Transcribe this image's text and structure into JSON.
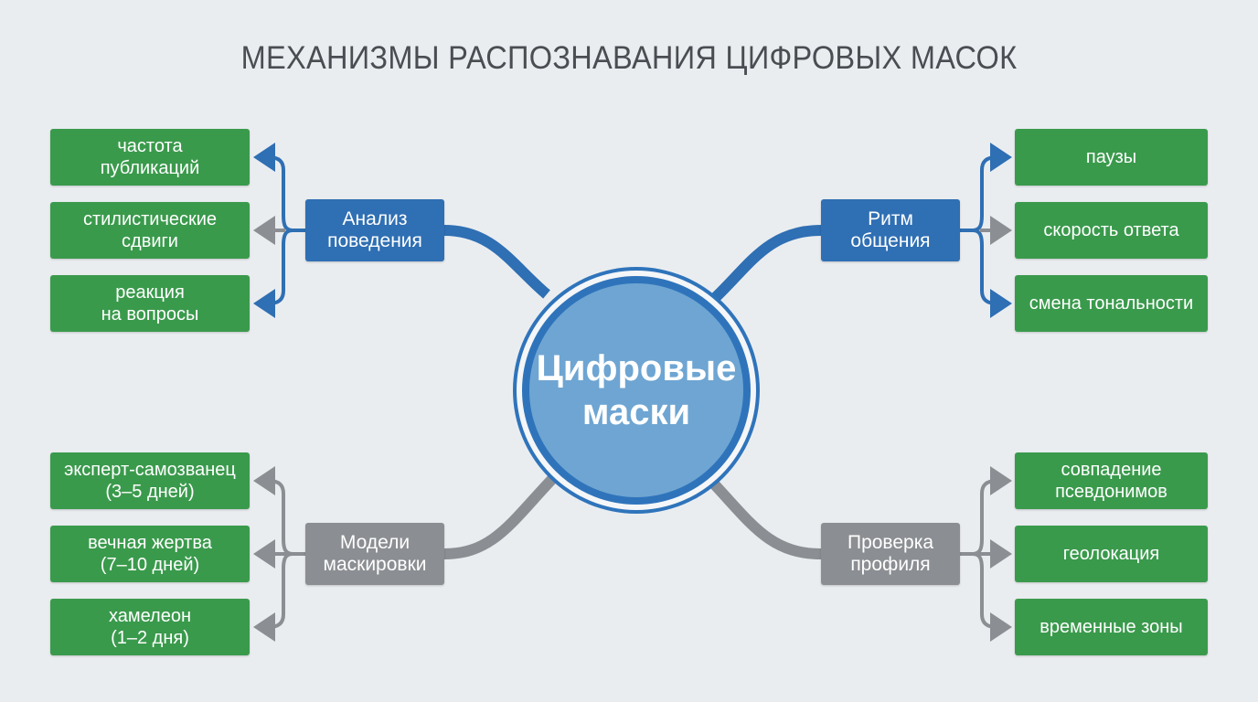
{
  "title": "МЕХАНИЗМЫ РАСПОЗНАВАНИЯ ЦИФРОВЫХ МАСОК",
  "center": {
    "line1": "Цифровые",
    "line2": "маски"
  },
  "colors": {
    "blue": "#2f6fb3",
    "gray": "#8b8e92",
    "green": "#3a9a4c",
    "center": "#6ea5d2"
  },
  "branches": {
    "behavior": {
      "hub": {
        "line1": "Анализ",
        "line2": "поведения"
      },
      "leaves": [
        {
          "line1": "частота",
          "line2": "публикаций"
        },
        {
          "line1": "стилистические",
          "line2": "сдвиги"
        },
        {
          "line1": "реакция",
          "line2": "на вопросы"
        }
      ]
    },
    "rhythm": {
      "hub": {
        "line1": "Ритм",
        "line2": "общения"
      },
      "leaves": [
        {
          "line1": "паузы",
          "line2": ""
        },
        {
          "line1": "скорость ответа",
          "line2": ""
        },
        {
          "line1": "смена тональности",
          "line2": ""
        }
      ]
    },
    "masking": {
      "hub": {
        "line1": "Модели",
        "line2": "маскировки"
      },
      "leaves": [
        {
          "line1": "эксперт-самозванец",
          "line2": "(3–5 дней)"
        },
        {
          "line1": "вечная жертва",
          "line2": "(7–10 дней)"
        },
        {
          "line1": "хамелеон",
          "line2": "(1–2 дня)"
        }
      ]
    },
    "profile": {
      "hub": {
        "line1": "Проверка",
        "line2": "профиля"
      },
      "leaves": [
        {
          "line1": "совпадение",
          "line2": "псевдонимов"
        },
        {
          "line1": "геолокация",
          "line2": ""
        },
        {
          "line1": "временные зоны",
          "line2": ""
        }
      ]
    }
  }
}
